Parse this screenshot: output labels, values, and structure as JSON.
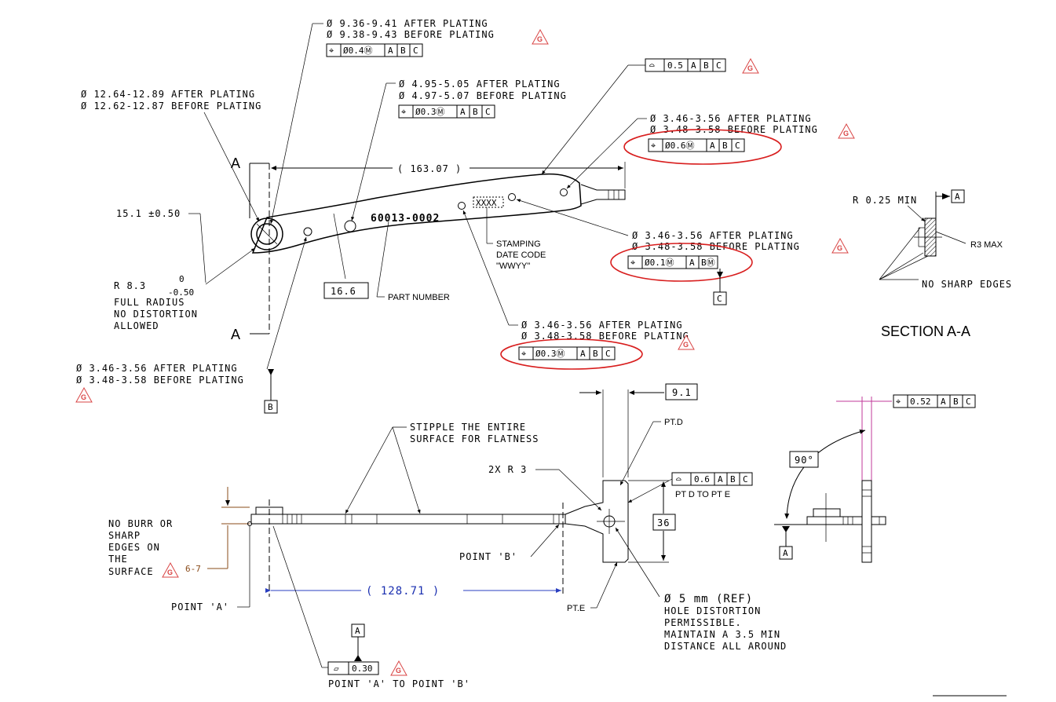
{
  "top_view": {
    "big_hole": {
      "after": "Ø 9.36-9.41 AFTER PLATING",
      "before": "Ø 9.38-9.43 BEFORE PLATING",
      "fcf": [
        "⌖",
        "Ø0.4Ⓜ",
        "A",
        "B",
        "C"
      ]
    },
    "outer_dia": {
      "after": "Ø 12.64-12.89 AFTER PLATING",
      "before": "Ø 12.62-12.87 BEFORE PLATING"
    },
    "mid_hole": {
      "after": "Ø 4.95-5.05 AFTER PLATING",
      "before": "Ø 4.97-5.07 BEFORE PLATING",
      "fcf": [
        "⌖",
        "Ø0.3Ⓜ",
        "A",
        "B",
        "C"
      ]
    },
    "profile_fcf": [
      "⌓",
      "0.5",
      "A",
      "B",
      "C"
    ],
    "right_hole": {
      "after": "Ø 3.46-3.56 AFTER PLATING",
      "before": "Ø 3.48-3.58 BEFORE PLATING",
      "fcf": [
        "⌖",
        "Ø0.6Ⓜ",
        "A",
        "B",
        "C"
      ]
    },
    "c_hole": {
      "after": "Ø 3.46-3.56 AFTER PLATING",
      "before": "Ø 3.48-3.58 BEFORE PLATING",
      "fcf": [
        "⌖",
        "Ø0.1Ⓜ",
        "A",
        "BⓂ"
      ],
      "datum": "C"
    },
    "lower_hole": {
      "after": "Ø 3.46-3.56 AFTER PLATING",
      "before": "Ø 3.48-3.58 BEFORE PLATING",
      "fcf": [
        "⌖",
        "Ø0.3Ⓜ",
        "A",
        "B",
        "C"
      ]
    },
    "b_hole": {
      "after": "Ø 3.46-3.56 AFTER PLATING",
      "before": "Ø 3.48-3.58 BEFORE PLATING",
      "datum": "B"
    },
    "length": "( 163.07 )",
    "width_dim": "15.1 ±0.50",
    "radius": {
      "main": "R 8.3",
      "upper": "0",
      "lower": "-0.50",
      "note1": "FULL RADIUS",
      "note2": "NO DISTORTION",
      "note3": "ALLOWED"
    },
    "dim_166": "16.6",
    "part_number_value": "60013-0002",
    "part_number_label": "PART NUMBER",
    "stamp_box": "XXXX",
    "stamping": [
      "STAMPING",
      "DATE CODE",
      "\"WWYY\""
    ],
    "section_mark": "A",
    "revision_mark": "G"
  },
  "section_aa": {
    "r_min": "R 0.25  MIN",
    "r_max": "R3 MAX",
    "no_sharp": "NO SHARP EDGES",
    "title": "SECTION A-A",
    "datum": "A"
  },
  "side_view": {
    "stipple": [
      "STIPPLE THE ENTIRE",
      "SURFACE FOR FLATNESS"
    ],
    "dim_91": "9.1",
    "pt_d": "PT.D",
    "two_r3": "2X  R 3",
    "profile_fcf": [
      "⌓",
      "0.6",
      "A",
      "B",
      "C"
    ],
    "pt_d_to_e": "PT D TO PT E",
    "dim_36": "36",
    "no_burr": [
      "NO BURR OR",
      "SHARP",
      "EDGES ON",
      "THE",
      "SURFACE"
    ],
    "dim_67": "6-7",
    "point_b": "POINT 'B'",
    "point_a": "POINT 'A'",
    "length": "( 128.71 )",
    "pt_e": "PT.E",
    "hole_note": [
      "Ø 5  mm (REF)",
      "HOLE DISTORTION",
      "PERMISSIBLE.",
      "MAINTAIN A 3.5 MIN",
      "DISTANCE ALL AROUND"
    ],
    "flatness_fcf": [
      "▱",
      "0.30"
    ],
    "flatness_note": "POINT 'A' TO POINT 'B'",
    "datum": "A"
  },
  "end_view": {
    "angle": "90°",
    "fcf": [
      "⌖",
      "0.52",
      "A",
      "B",
      "C"
    ],
    "datum": "A"
  },
  "colors": {
    "highlight": "#d81e1e",
    "revision": "#d94444",
    "dimension_blue": "#1a2fb0",
    "magenta": "#c0389a"
  }
}
